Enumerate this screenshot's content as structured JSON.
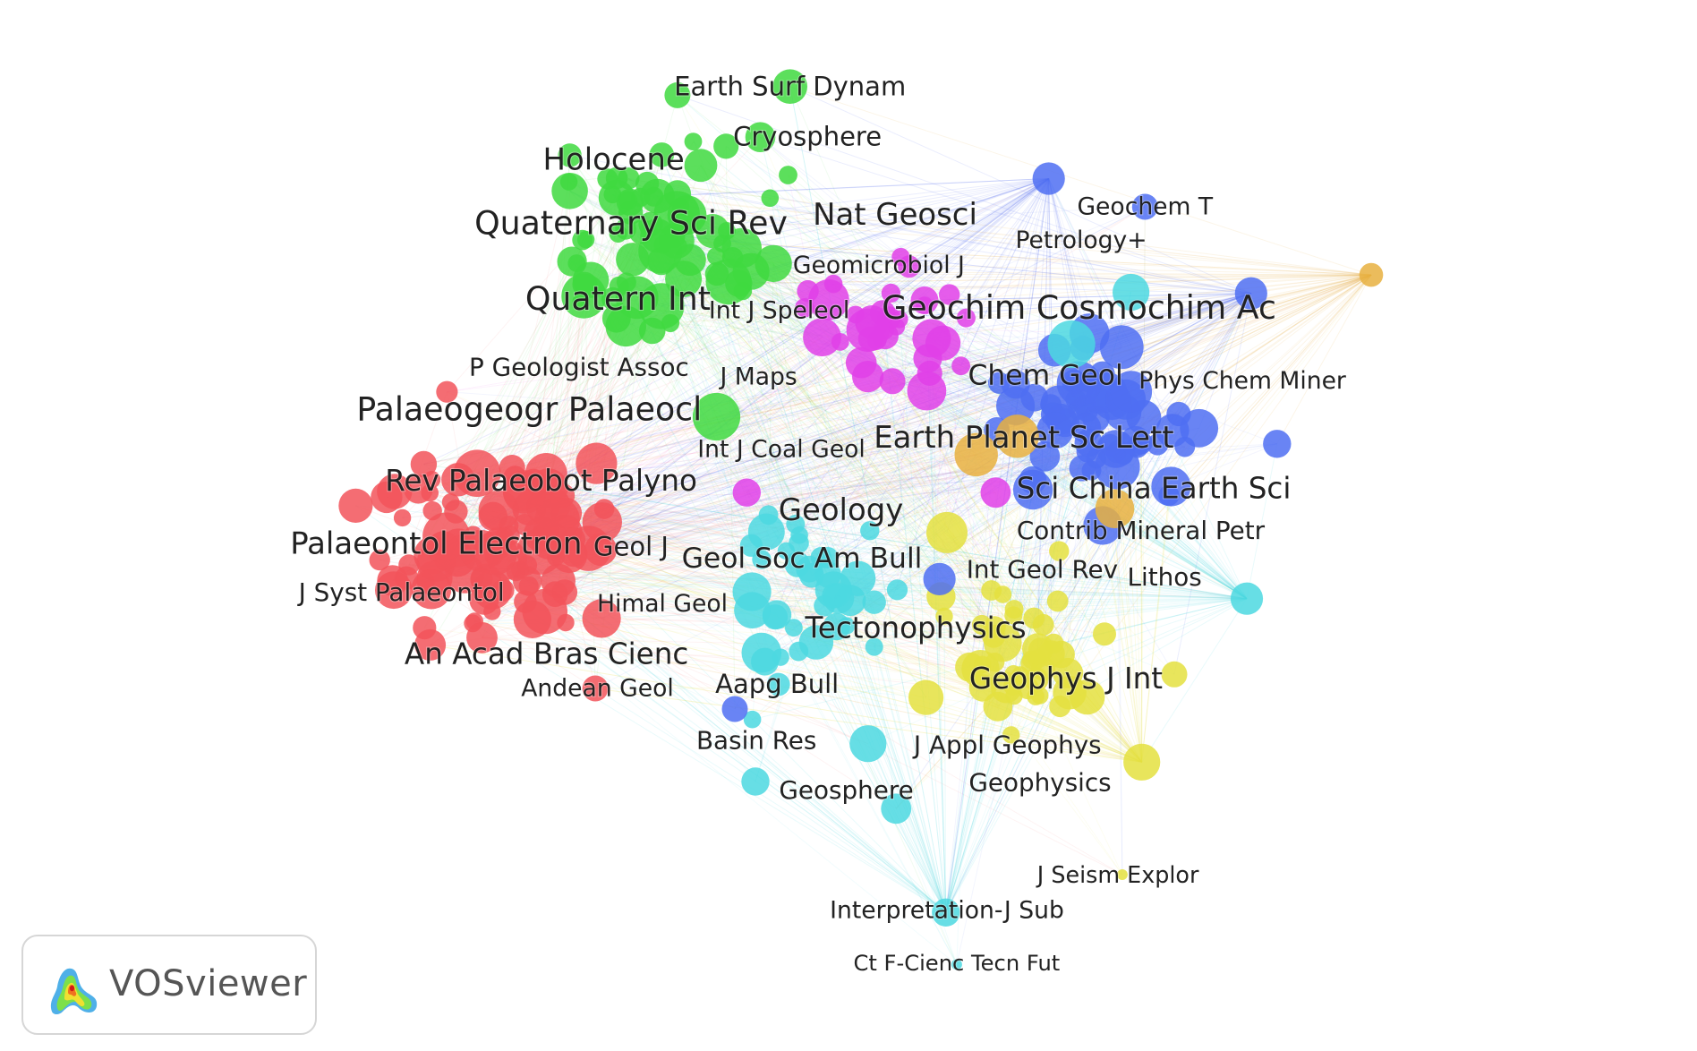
{
  "diagram": {
    "type": "network",
    "tool": "VOSviewer",
    "clusters": [
      {
        "id": "red",
        "color": "#f2545b"
      },
      {
        "id": "green",
        "color": "#3fd93f"
      },
      {
        "id": "blue",
        "color": "#4f6ef2"
      },
      {
        "id": "yellow",
        "color": "#e4e040"
      },
      {
        "id": "purple",
        "color": "#e040e8"
      },
      {
        "id": "cyan",
        "color": "#4cd8e0"
      },
      {
        "id": "orange",
        "color": "#e8b040"
      }
    ],
    "labels": [
      {
        "text": "Earth Surf Dynam",
        "cluster": "green"
      },
      {
        "text": "Cryosphere",
        "cluster": "green"
      },
      {
        "text": "Holocene",
        "cluster": "green"
      },
      {
        "text": "Geochem T",
        "cluster": "blue"
      },
      {
        "text": "Nat Geosci",
        "cluster": "green"
      },
      {
        "text": "Quaternary Sci Rev",
        "cluster": "green"
      },
      {
        "text": "Petrology+",
        "cluster": "purple"
      },
      {
        "text": "Geomicrobiol J",
        "cluster": "purple"
      },
      {
        "text": "Quatern Int",
        "cluster": "green"
      },
      {
        "text": "Int J Speleol",
        "cluster": "purple"
      },
      {
        "text": "Geochim Cosmochim Ac",
        "cluster": "blue"
      },
      {
        "text": "P Geologist Assoc",
        "cluster": "red"
      },
      {
        "text": "J Maps",
        "cluster": "green"
      },
      {
        "text": "Chem Geol",
        "cluster": "blue"
      },
      {
        "text": "Phys Chem Miner",
        "cluster": "blue"
      },
      {
        "text": "Palaeogeogr Palaeocl",
        "cluster": "red"
      },
      {
        "text": "Earth Planet Sc Lett",
        "cluster": "blue"
      },
      {
        "text": "Int J Coal Geol",
        "cluster": "purple"
      },
      {
        "text": "Rev Palaeobot Palyno",
        "cluster": "red"
      },
      {
        "text": "Sci China Earth Sci",
        "cluster": "blue"
      },
      {
        "text": "Geology",
        "cluster": "cyan"
      },
      {
        "text": "Contrib Mineral Petr",
        "cluster": "blue"
      },
      {
        "text": "Palaeontol Electron",
        "cluster": "red"
      },
      {
        "text": "Geol J",
        "cluster": "red"
      },
      {
        "text": "Geol Soc Am Bull",
        "cluster": "cyan"
      },
      {
        "text": "Int Geol Rev",
        "cluster": "blue"
      },
      {
        "text": "Lithos",
        "cluster": "blue"
      },
      {
        "text": "J Syst Palaeontol",
        "cluster": "red"
      },
      {
        "text": "Himal Geol",
        "cluster": "red"
      },
      {
        "text": "Tectonophysics",
        "cluster": "cyan"
      },
      {
        "text": "An Acad Bras Cienc",
        "cluster": "red"
      },
      {
        "text": "Geophys J Int",
        "cluster": "yellow"
      },
      {
        "text": "Aapg Bull",
        "cluster": "cyan"
      },
      {
        "text": "Andean Geol",
        "cluster": "red"
      },
      {
        "text": "Basin Res",
        "cluster": "cyan"
      },
      {
        "text": "J Appl Geophys",
        "cluster": "yellow"
      },
      {
        "text": "Geosphere",
        "cluster": "cyan"
      },
      {
        "text": "Geophysics",
        "cluster": "yellow"
      },
      {
        "text": "J Seism Explor",
        "cluster": "yellow"
      },
      {
        "text": "Interpretation-J Sub",
        "cluster": "cyan"
      },
      {
        "text": "Ct F-Cienc Tecn Fut",
        "cluster": "cyan"
      }
    ]
  },
  "logo": {
    "text": "VOSviewer",
    "icon": "vosviewer-heatmap-icon"
  }
}
